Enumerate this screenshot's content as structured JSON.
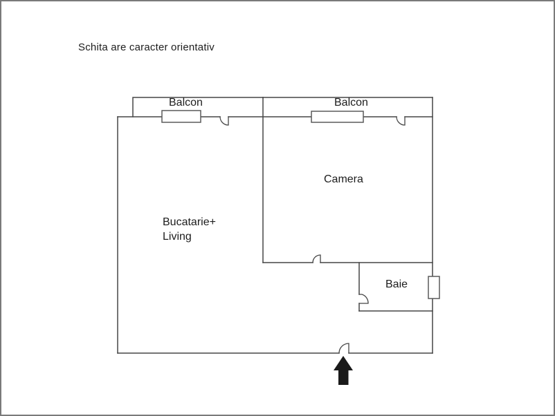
{
  "page": {
    "title": "Schita are caracter orientativ",
    "background": "#ffffff",
    "border_color": "#7a7a7a"
  },
  "colors": {
    "wall": "#454545",
    "window_stroke": "#5a5a5a",
    "window_fill": "#ffffff",
    "text": "#1c1c1c",
    "arrow": "#1a1a1a"
  },
  "rooms": {
    "balcony_left": {
      "label": "Balcon"
    },
    "balcony_right": {
      "label": "Balcon"
    },
    "camera": {
      "label": "Camera"
    },
    "kitchen_living": {
      "label": "Bucatarie+\nLiving"
    },
    "bathroom": {
      "label": "Baie"
    }
  },
  "symbols": {
    "entrance_arrow": "up-arrow",
    "door_count": 5,
    "window_count": 3
  }
}
